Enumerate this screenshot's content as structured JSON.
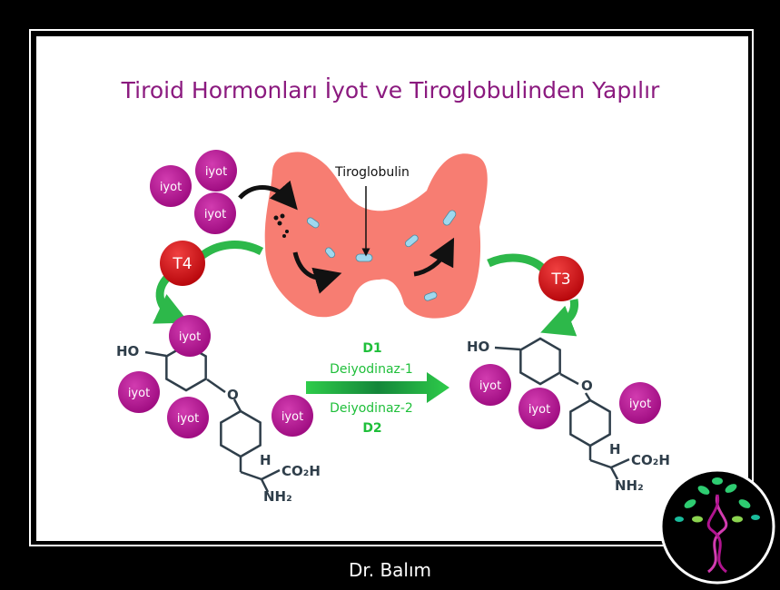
{
  "title": "Tiroid Hormonları İyot ve Tiroglobulinden Yapılır",
  "iodine_label": "iyot",
  "thyroglobulin_label": "Tiroglobulin",
  "hormones": {
    "t4": "T4",
    "t3": "T3"
  },
  "enzymes": {
    "d1_code": "D1",
    "d1_name": "Deiyodinaz-1",
    "d2_name": "Deiyodinaz-2",
    "d2_code": "D2"
  },
  "molecule_labels": {
    "ho": "HO",
    "o": "O",
    "h": "H",
    "co2h": "CO₂H",
    "nh2": "NH₂"
  },
  "footer": "Dr. Balım",
  "colors": {
    "title": "#8b1a7f",
    "iodine": "#b0148f",
    "hormone": "#d8141a",
    "green": "#1fbf3a",
    "thyroid": "#f77d72",
    "bond": "#2f3e4a"
  }
}
